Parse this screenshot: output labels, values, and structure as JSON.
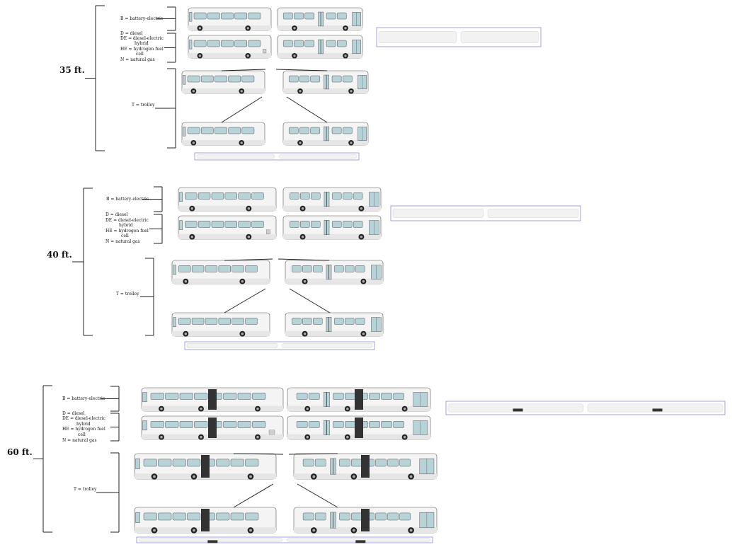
{
  "sections": [
    {
      "id": "s35",
      "size_label": "35 ft.",
      "legend": {
        "battery": "B = battery-electric",
        "fuel_lines": [
          "D = diesel",
          "DE = diesel-electric",
          "hybrid",
          "HE = hydrogen fuel",
          "cell",
          "N = natural gas"
        ],
        "trolley": "T = trolley"
      }
    },
    {
      "id": "s40",
      "size_label": "40 ft.",
      "legend": {
        "battery": "B = battery-electric",
        "fuel_lines": [
          "D = diesel",
          "DE = diesel-electric",
          "hybrid",
          "HE = hydrogen fuel",
          "cell",
          "N = natural gas"
        ],
        "trolley": "T = trolley"
      }
    },
    {
      "id": "s60",
      "size_label": "60 ft.",
      "legend": {
        "battery": "B = battery-electric",
        "fuel_lines": [
          "D = diesel",
          "DE = diesel-electric",
          "hybrid",
          "HE = hydrogen fuel",
          "cell",
          "N = natural gas"
        ],
        "trolley": "T = trolley"
      }
    }
  ],
  "colors": {
    "window": "#b7d3d8",
    "body": "#f4f4f4",
    "outline": "#555555",
    "bracket": "#222222",
    "roof_frame": "#8a8ad8",
    "accordion": "#333333"
  }
}
